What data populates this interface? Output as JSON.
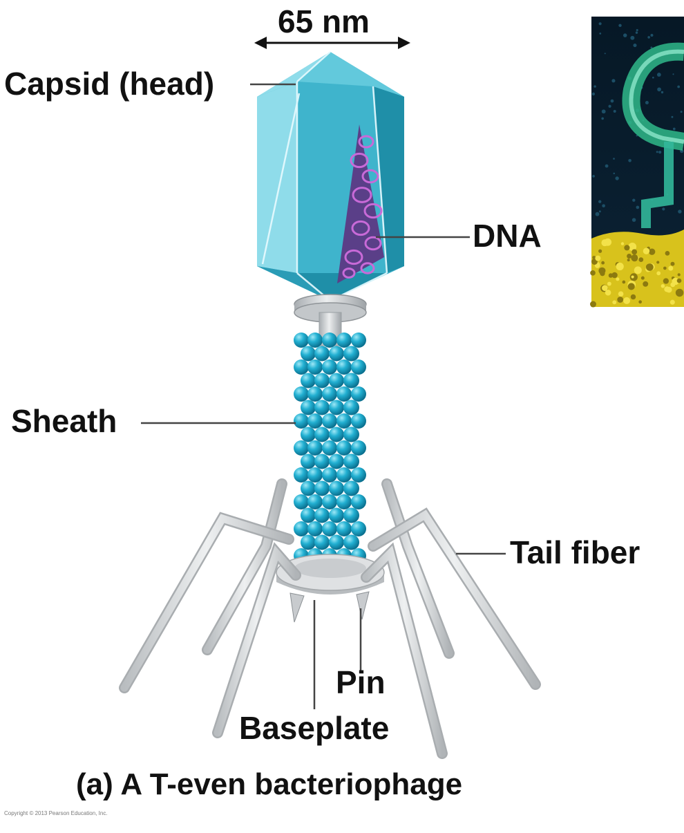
{
  "diagram": {
    "dimension_label": "65 nm",
    "labels": {
      "capsid": "Capsid (head)",
      "dna": "DNA",
      "sheath": "Sheath",
      "tail_fiber": "Tail fiber",
      "pin": "Pin",
      "baseplate": "Baseplate"
    },
    "caption_letter": "(a)",
    "caption_text": "A T-even bacteriophage",
    "copyright": "Copyright © 2013 Pearson Education, Inc.",
    "colors": {
      "capsid": "#3fb4cc",
      "capsid_dark": "#1f8fa8",
      "capsid_light": "#8fdcea",
      "dna": "#c86ad8",
      "sheath": "#1ea6c8",
      "fiber": "#cfd2d4",
      "baseplate": "#d5d7d9",
      "leader": "#444444"
    }
  }
}
